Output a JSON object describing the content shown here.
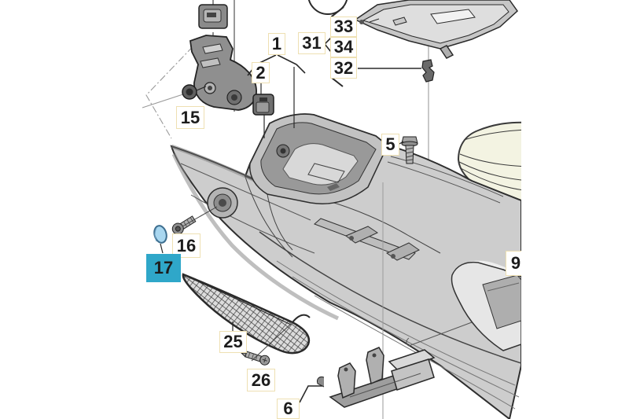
{
  "diagram": {
    "type": "exploded-parts-diagram",
    "subject": "center console assembly",
    "colors": {
      "background": "#ffffff",
      "callout_border": "#eee0b2",
      "callout_bg": "#ffffff",
      "label_color": "#1c1c1c",
      "highlight_bg": "#2fa7c9",
      "part_highlight_fill": "#a9d7f0",
      "line_art": "#2e2e2e"
    },
    "callouts": [
      {
        "label": "1",
        "highlighted": false
      },
      {
        "label": "2",
        "highlighted": false
      },
      {
        "label": "31",
        "highlighted": false
      },
      {
        "label": "33",
        "highlighted": false
      },
      {
        "label": "34",
        "highlighted": false
      },
      {
        "label": "32",
        "highlighted": false
      },
      {
        "label": "15",
        "highlighted": false
      },
      {
        "label": "5",
        "highlighted": false
      },
      {
        "label": "16",
        "highlighted": false
      },
      {
        "label": "17",
        "highlighted": true
      },
      {
        "label": "25",
        "highlighted": false
      },
      {
        "label": "26",
        "highlighted": false
      },
      {
        "label": "6",
        "highlighted": false
      },
      {
        "label": "9",
        "highlighted": false
      }
    ]
  }
}
